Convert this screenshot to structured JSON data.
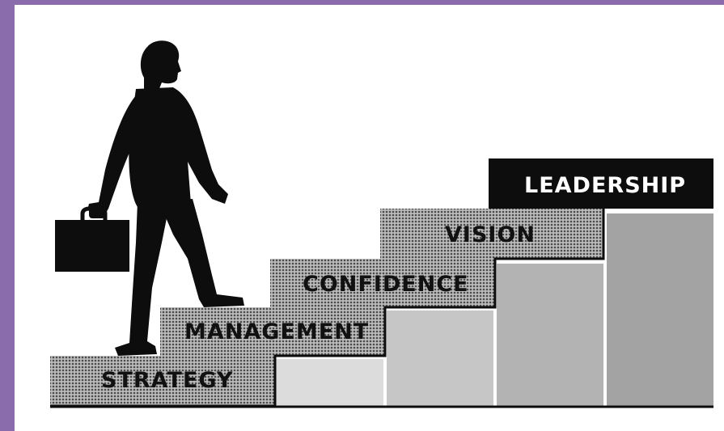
{
  "diagram": {
    "steps": [
      {
        "label": "STRATEGY"
      },
      {
        "label": "MANAGEMENT"
      },
      {
        "label": "CONFIDENCE"
      },
      {
        "label": "VISION"
      },
      {
        "label": "LEADERSHIP"
      }
    ]
  },
  "colors": {
    "background": "#8a6bab",
    "panel": "#ffffff",
    "silhouette": "#0d0d0d",
    "step_top_black": "#0d0d0d",
    "riser_1": "#dcdcdc",
    "riser_2": "#c6c6c6",
    "riser_3": "#b3b3b3",
    "riser_4": "#a3a3a3"
  }
}
